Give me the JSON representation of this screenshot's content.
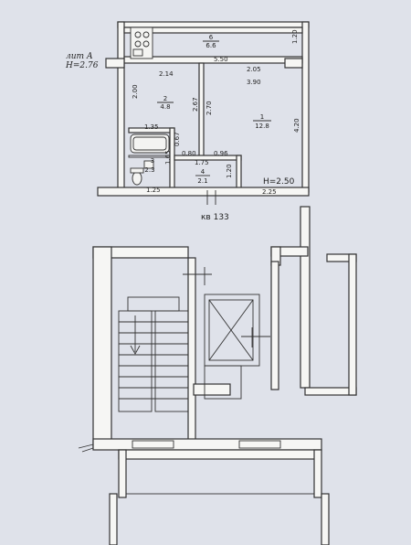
{
  "labels": {
    "lit": "лит А",
    "h_top": "H=2.76",
    "h_room": "H=2.50",
    "apartment": "кв 133"
  },
  "rooms": [
    {
      "num": "6",
      "area": "6.6"
    },
    {
      "num": "2",
      "area": "4.8"
    },
    {
      "num": "1",
      "area": "12.8"
    },
    {
      "num": "3",
      "area": "2.3"
    },
    {
      "num": "4",
      "area": "2.1"
    }
  ],
  "dims": {
    "d_550": "5.50",
    "d_120": "1.20",
    "d_214": "2.14",
    "d_205": "2.05",
    "d_390": "3.90",
    "d_200": "2.00",
    "d_267": "2.67",
    "d_270": "2.70",
    "d_420": "4.20",
    "d_135": "1.35",
    "d_067": "0.67",
    "d_080": "0.80",
    "d_096": "0.96",
    "d_165": "1.65",
    "d_175": "1.75",
    "d_120b": "1.20",
    "d_125": "1.25",
    "d_225": "2.25"
  }
}
